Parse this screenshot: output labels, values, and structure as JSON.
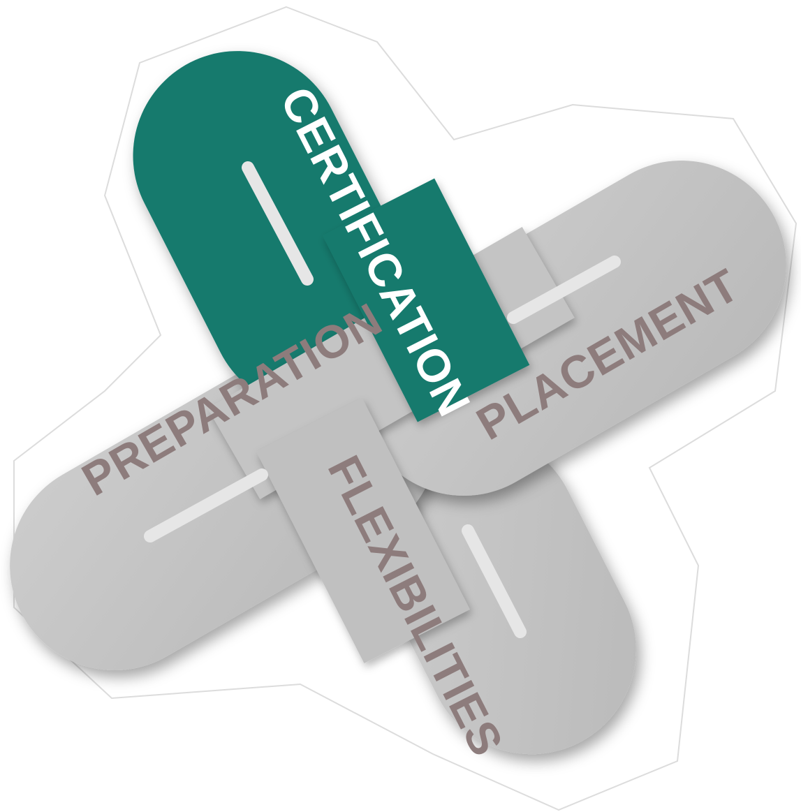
{
  "diagram": {
    "labels": {
      "certification": "CERTIFICATION",
      "placement": "PLACEMENT",
      "preparation": "PREPARATION",
      "flexibilities": "FLEXIBILITIES"
    },
    "colors": {
      "teal_band": "#177a6d",
      "gray_band": "#c2c2c2",
      "gray_band_dark": "#a9a9a9",
      "slot": "#ececec",
      "gray_text": "#8d7c7c",
      "white_text": "#ffffff",
      "outline": "#d8d8d8"
    }
  }
}
